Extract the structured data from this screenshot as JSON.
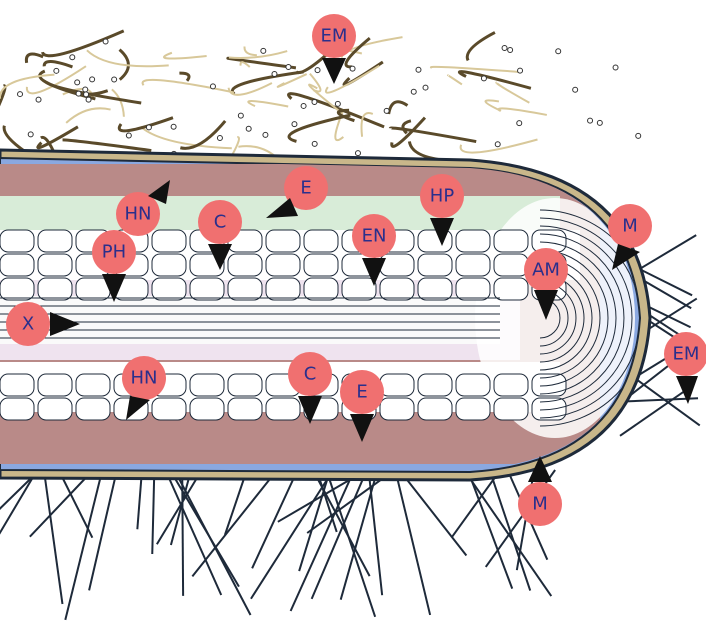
{
  "diagram": {
    "colors": {
      "background": "#ffffff",
      "marker_fill": "#f07070",
      "marker_text": "#2a2f8c",
      "arrow": "#111111",
      "cortex": "#b98a88",
      "epidermis_green": "#d8ecd8",
      "stele_pink": "#efe3ef",
      "meristem_blue": "#8aa8e0",
      "hyphae": "#d8c89a",
      "outline": "#1e2a3a"
    },
    "labels": {
      "em_top": "EM",
      "em_right": "EM",
      "m_top": "M",
      "m_bottom": "M",
      "hn_upper": "HN",
      "hn_lower": "HN",
      "c_upper": "C",
      "c_lower": "C",
      "e_upper": "E",
      "e_lower": "E",
      "ph": "PH",
      "en": "EN",
      "hp": "HP",
      "am": "AM",
      "x": "X"
    }
  }
}
